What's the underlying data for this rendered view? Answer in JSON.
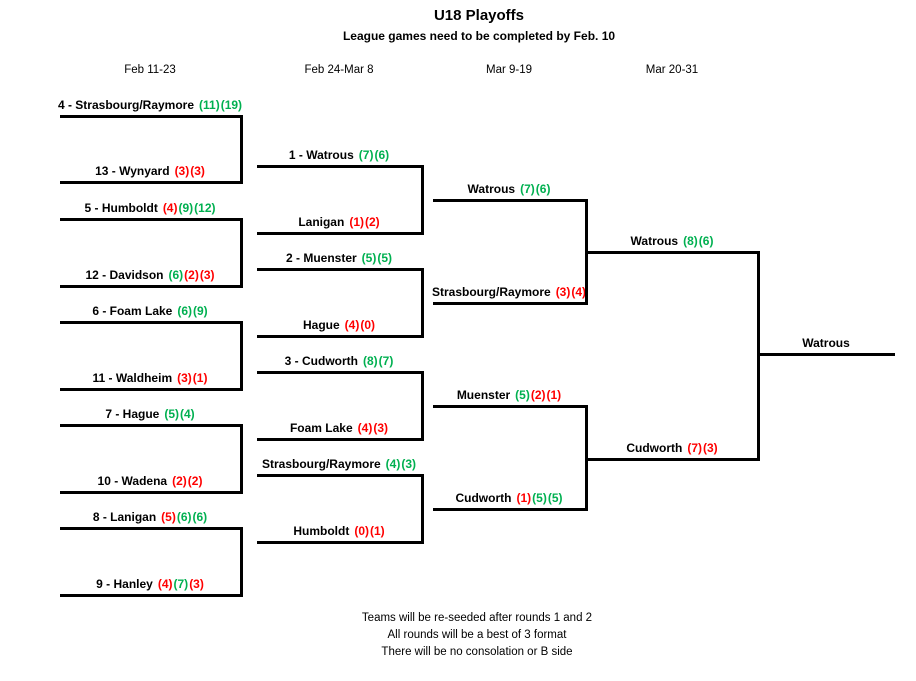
{
  "title": "U18 Playoffs",
  "subtitle": "League games need to be completed by Feb. 10",
  "colors": {
    "win": "#00B050",
    "loss": "#FF0000",
    "line": "#000000",
    "text": "#000000",
    "background": "#FFFFFF"
  },
  "round_headers": [
    {
      "label": "Feb 11-23"
    },
    {
      "label": "Feb 24-Mar 8"
    },
    {
      "label": "Mar 9-19"
    },
    {
      "label": "Mar 20-31"
    }
  ],
  "bracket": {
    "slots": [
      {
        "id": "r1s1",
        "round": 1,
        "label": "4 - Strasbourg/Raymore",
        "scores": [
          {
            "text": "(11)",
            "color": "#00B050"
          },
          {
            "text": "(19)",
            "color": "#00B050"
          }
        ]
      },
      {
        "id": "r1s2",
        "round": 1,
        "label": "13 - Wynyard",
        "scores": [
          {
            "text": "(3)",
            "color": "#FF0000"
          },
          {
            "text": "(3)",
            "color": "#FF0000"
          }
        ]
      },
      {
        "id": "r1s3",
        "round": 1,
        "label": "5 - Humboldt",
        "scores": [
          {
            "text": "(4)",
            "color": "#FF0000"
          },
          {
            "text": "(9)",
            "color": "#00B050"
          },
          {
            "text": "(12)",
            "color": "#00B050"
          }
        ]
      },
      {
        "id": "r1s4",
        "round": 1,
        "label": "12 - Davidson",
        "scores": [
          {
            "text": "(6)",
            "color": "#00B050"
          },
          {
            "text": "(2)",
            "color": "#FF0000"
          },
          {
            "text": "(3)",
            "color": "#FF0000"
          }
        ]
      },
      {
        "id": "r1s5",
        "round": 1,
        "label": "6 - Foam Lake",
        "scores": [
          {
            "text": "(6)",
            "color": "#00B050"
          },
          {
            "text": "(9)",
            "color": "#00B050"
          }
        ]
      },
      {
        "id": "r1s6",
        "round": 1,
        "label": "11 - Waldheim",
        "scores": [
          {
            "text": "(3)",
            "color": "#FF0000"
          },
          {
            "text": "(1)",
            "color": "#FF0000"
          }
        ]
      },
      {
        "id": "r1s7",
        "round": 1,
        "label": "7 - Hague",
        "scores": [
          {
            "text": "(5)",
            "color": "#00B050"
          },
          {
            "text": "(4)",
            "color": "#00B050"
          }
        ]
      },
      {
        "id": "r1s8",
        "round": 1,
        "label": "10 - Wadena",
        "scores": [
          {
            "text": "(2)",
            "color": "#FF0000"
          },
          {
            "text": "(2)",
            "color": "#FF0000"
          }
        ]
      },
      {
        "id": "r1s9",
        "round": 1,
        "label": "8 - Lanigan",
        "scores": [
          {
            "text": "(5)",
            "color": "#FF0000"
          },
          {
            "text": "(6)",
            "color": "#00B050"
          },
          {
            "text": "(6)",
            "color": "#00B050"
          }
        ]
      },
      {
        "id": "r1s10",
        "round": 1,
        "label": "9 - Hanley",
        "scores": [
          {
            "text": "(4)",
            "color": "#FF0000"
          },
          {
            "text": "(7)",
            "color": "#00B050"
          },
          {
            "text": "(3)",
            "color": "#FF0000"
          }
        ]
      },
      {
        "id": "r2s1",
        "round": 2,
        "label": "1 - Watrous",
        "scores": [
          {
            "text": "(7)",
            "color": "#00B050"
          },
          {
            "text": "(6)",
            "color": "#00B050"
          }
        ]
      },
      {
        "id": "r2s2",
        "round": 2,
        "label": "Lanigan",
        "scores": [
          {
            "text": "(1)",
            "color": "#FF0000"
          },
          {
            "text": "(2)",
            "color": "#FF0000"
          }
        ]
      },
      {
        "id": "r2s3",
        "round": 2,
        "label": "2 - Muenster",
        "scores": [
          {
            "text": "(5)",
            "color": "#00B050"
          },
          {
            "text": "(5)",
            "color": "#00B050"
          }
        ]
      },
      {
        "id": "r2s4",
        "round": 2,
        "label": "Hague",
        "scores": [
          {
            "text": "(4)",
            "color": "#FF0000"
          },
          {
            "text": "(0)",
            "color": "#FF0000"
          }
        ]
      },
      {
        "id": "r2s5",
        "round": 2,
        "label": "3 - Cudworth",
        "scores": [
          {
            "text": "(8)",
            "color": "#00B050"
          },
          {
            "text": "(7)",
            "color": "#00B050"
          }
        ]
      },
      {
        "id": "r2s6",
        "round": 2,
        "label": "Foam Lake",
        "scores": [
          {
            "text": "(4)",
            "color": "#FF0000"
          },
          {
            "text": "(3)",
            "color": "#FF0000"
          }
        ]
      },
      {
        "id": "r2s7",
        "round": 2,
        "label": "Strasbourg/Raymore",
        "scores": [
          {
            "text": "(4)",
            "color": "#00B050"
          },
          {
            "text": "(3)",
            "color": "#00B050"
          }
        ]
      },
      {
        "id": "r2s8",
        "round": 2,
        "label": "Humboldt",
        "scores": [
          {
            "text": "(0)",
            "color": "#FF0000"
          },
          {
            "text": "(1)",
            "color": "#FF0000"
          }
        ]
      },
      {
        "id": "r3s1",
        "round": 3,
        "label": "Watrous",
        "scores": [
          {
            "text": "(7)",
            "color": "#00B050"
          },
          {
            "text": "(6)",
            "color": "#00B050"
          }
        ]
      },
      {
        "id": "r3s2",
        "round": 3,
        "label": "Strasbourg/Raymore",
        "scores": [
          {
            "text": "(3)",
            "color": "#FF0000"
          },
          {
            "text": "(4)",
            "color": "#FF0000"
          }
        ]
      },
      {
        "id": "r3s3",
        "round": 3,
        "label": "Muenster",
        "scores": [
          {
            "text": "(5)",
            "color": "#00B050"
          },
          {
            "text": "(2)",
            "color": "#FF0000"
          },
          {
            "text": "(1)",
            "color": "#FF0000"
          }
        ]
      },
      {
        "id": "r3s4",
        "round": 3,
        "label": "Cudworth",
        "scores": [
          {
            "text": "(1)",
            "color": "#FF0000"
          },
          {
            "text": "(5)",
            "color": "#00B050"
          },
          {
            "text": "(5)",
            "color": "#00B050"
          }
        ]
      },
      {
        "id": "r4s1",
        "round": 4,
        "label": "Watrous",
        "scores": [
          {
            "text": "(8)",
            "color": "#00B050"
          },
          {
            "text": "(6)",
            "color": "#00B050"
          }
        ]
      },
      {
        "id": "r4s2",
        "round": 4,
        "label": "Cudworth",
        "scores": [
          {
            "text": "(7)",
            "color": "#FF0000"
          },
          {
            "text": "(3)",
            "color": "#FF0000"
          }
        ]
      },
      {
        "id": "champ",
        "round": 5,
        "label": "Watrous",
        "scores": []
      }
    ]
  },
  "footer": [
    "Teams will be re-seeded after rounds 1 and 2",
    "All rounds will be a best of 3 format",
    "There will be no consolation or B side"
  ]
}
